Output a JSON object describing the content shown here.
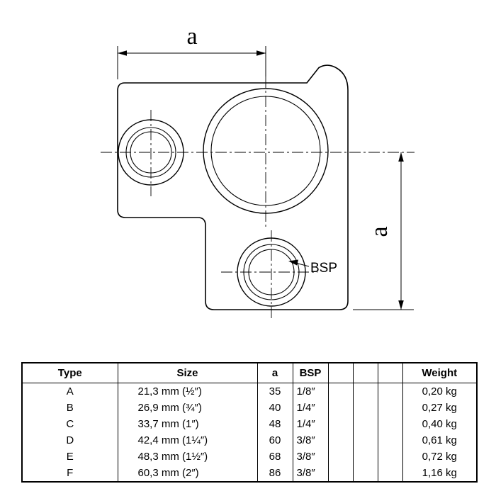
{
  "drawing": {
    "dim_top_label": "a",
    "dim_right_label": "a",
    "bsp_label": "BSP"
  },
  "table": {
    "headers": [
      "Type",
      "Size",
      "a",
      "BSP",
      "",
      "",
      "",
      "Weight"
    ],
    "rows": [
      {
        "type": "A",
        "size": "21,3 mm (½″)",
        "a": "35",
        "bsp": "1/8″",
        "c1": "",
        "c2": "",
        "c3": "",
        "weight": "0,20 kg"
      },
      {
        "type": "B",
        "size": "26,9 mm (¾″)",
        "a": "40",
        "bsp": "1/4″",
        "c1": "",
        "c2": "",
        "c3": "",
        "weight": "0,27 kg"
      },
      {
        "type": "C",
        "size": "33,7 mm (1″)",
        "a": "48",
        "bsp": "1/4″",
        "c1": "",
        "c2": "",
        "c3": "",
        "weight": "0,40 kg"
      },
      {
        "type": "D",
        "size": "42,4 mm (1¼″)",
        "a": "60",
        "bsp": "3/8″",
        "c1": "",
        "c2": "",
        "c3": "",
        "weight": "0,61 kg"
      },
      {
        "type": "E",
        "size": "48,3 mm (1½″)",
        "a": "68",
        "bsp": "3/8″",
        "c1": "",
        "c2": "",
        "c3": "",
        "weight": "0,72 kg"
      },
      {
        "type": "F",
        "size": "60,3 mm (2″)",
        "a": "86",
        "bsp": "3/8″",
        "c1": "",
        "c2": "",
        "c3": "",
        "weight": "1,16 kg"
      }
    ]
  }
}
